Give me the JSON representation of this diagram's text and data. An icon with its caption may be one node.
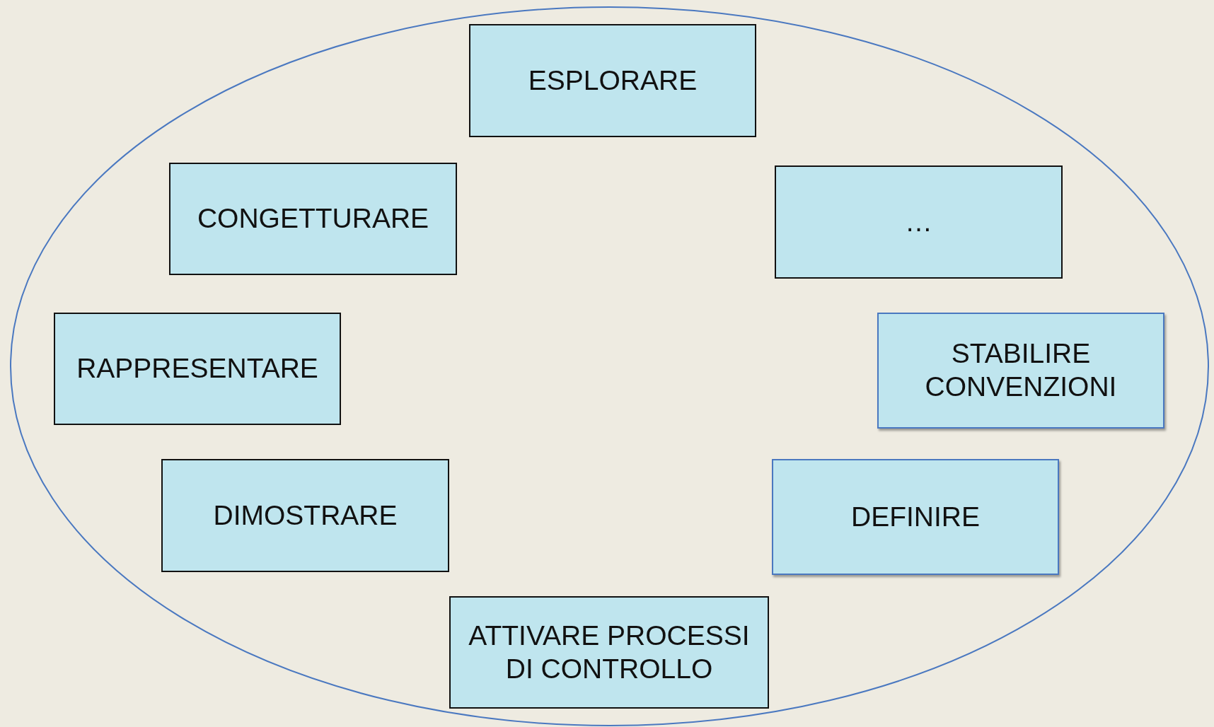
{
  "diagram": {
    "nodes": [
      {
        "text": [],
        "shape": "ellipse"
      },
      {
        "text": [
          "ESPLORARE"
        ],
        "in": 0
      },
      {
        "text": [
          "CONGETTURARE"
        ],
        "in": 0
      },
      {
        "text": [
          "…"
        ],
        "in": 0
      },
      {
        "text": [
          "RAPPRESENTARE"
        ],
        "in": 0
      },
      {
        "text": [
          "STABILIRE CONVENZIONI"
        ],
        "in": 0
      },
      {
        "text": [
          "DIMOSTRARE"
        ],
        "in": 0
      },
      {
        "text": [
          "DEFINIRE"
        ],
        "in": 0
      },
      {
        "text": [
          "ATTIVARE PROCESSI DI CONTROLLO"
        ],
        "in": 0
      }
    ]
  }
}
